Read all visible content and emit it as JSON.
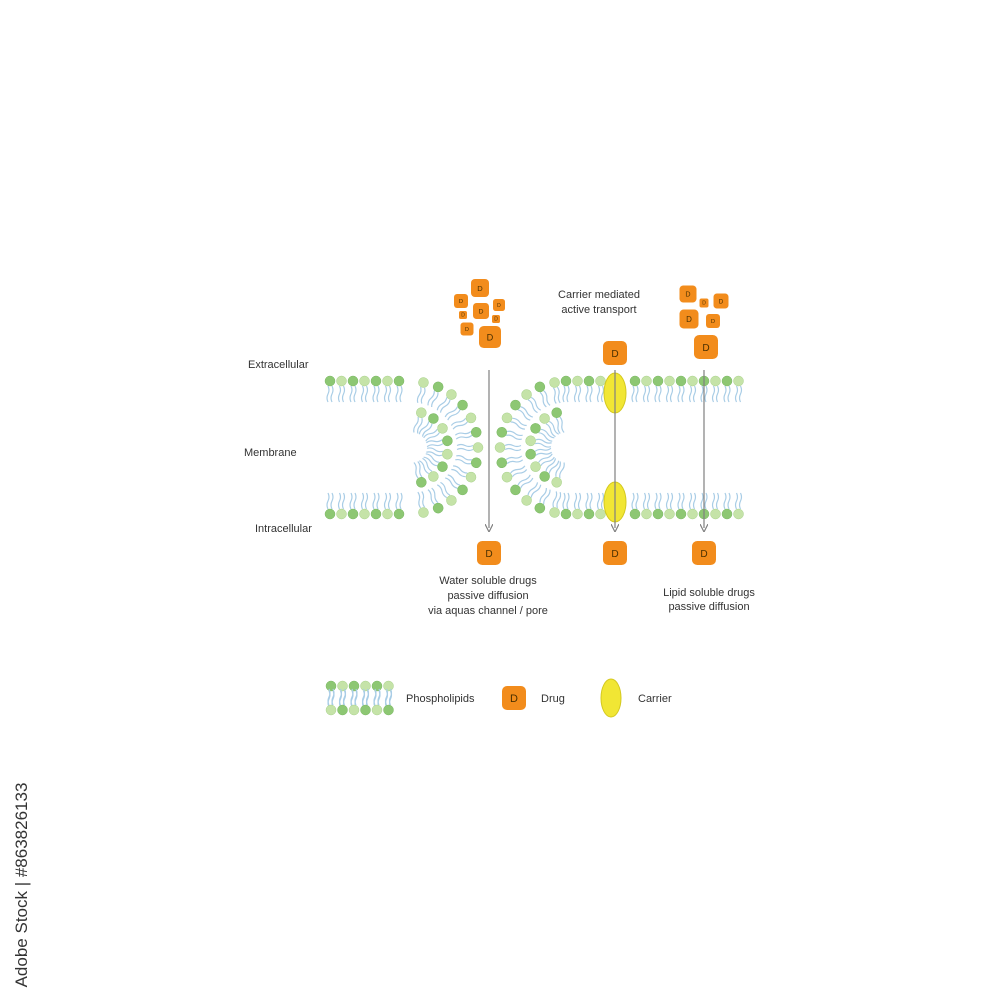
{
  "labels": {
    "extracellular": "Extracellular",
    "membrane": "Membrane",
    "intracellular": "Intracellular",
    "carrier_title_1": "Carrier mediated",
    "carrier_title_2": "active transport",
    "water_caption_1": "Water soluble drugs",
    "water_caption_2": "passive diffusion",
    "water_caption_3": "via aquas channel / pore",
    "lipid_caption_1": "Lipid soluble drugs",
    "lipid_caption_2": "passive diffusion"
  },
  "drug_letter": "D",
  "legend": {
    "phospholipids": "Phospholipids",
    "drug": "Drug",
    "carrier": "Carrier"
  },
  "watermark": "Adobe Stock | #863826133",
  "colors": {
    "drug_fill": "#f28c1c",
    "carrier_fill": "#f1e634",
    "head_green": "#8dc773",
    "head_light": "#c5e3a8",
    "tail_blue": "#a9cde6",
    "arrow": "#808080"
  }
}
